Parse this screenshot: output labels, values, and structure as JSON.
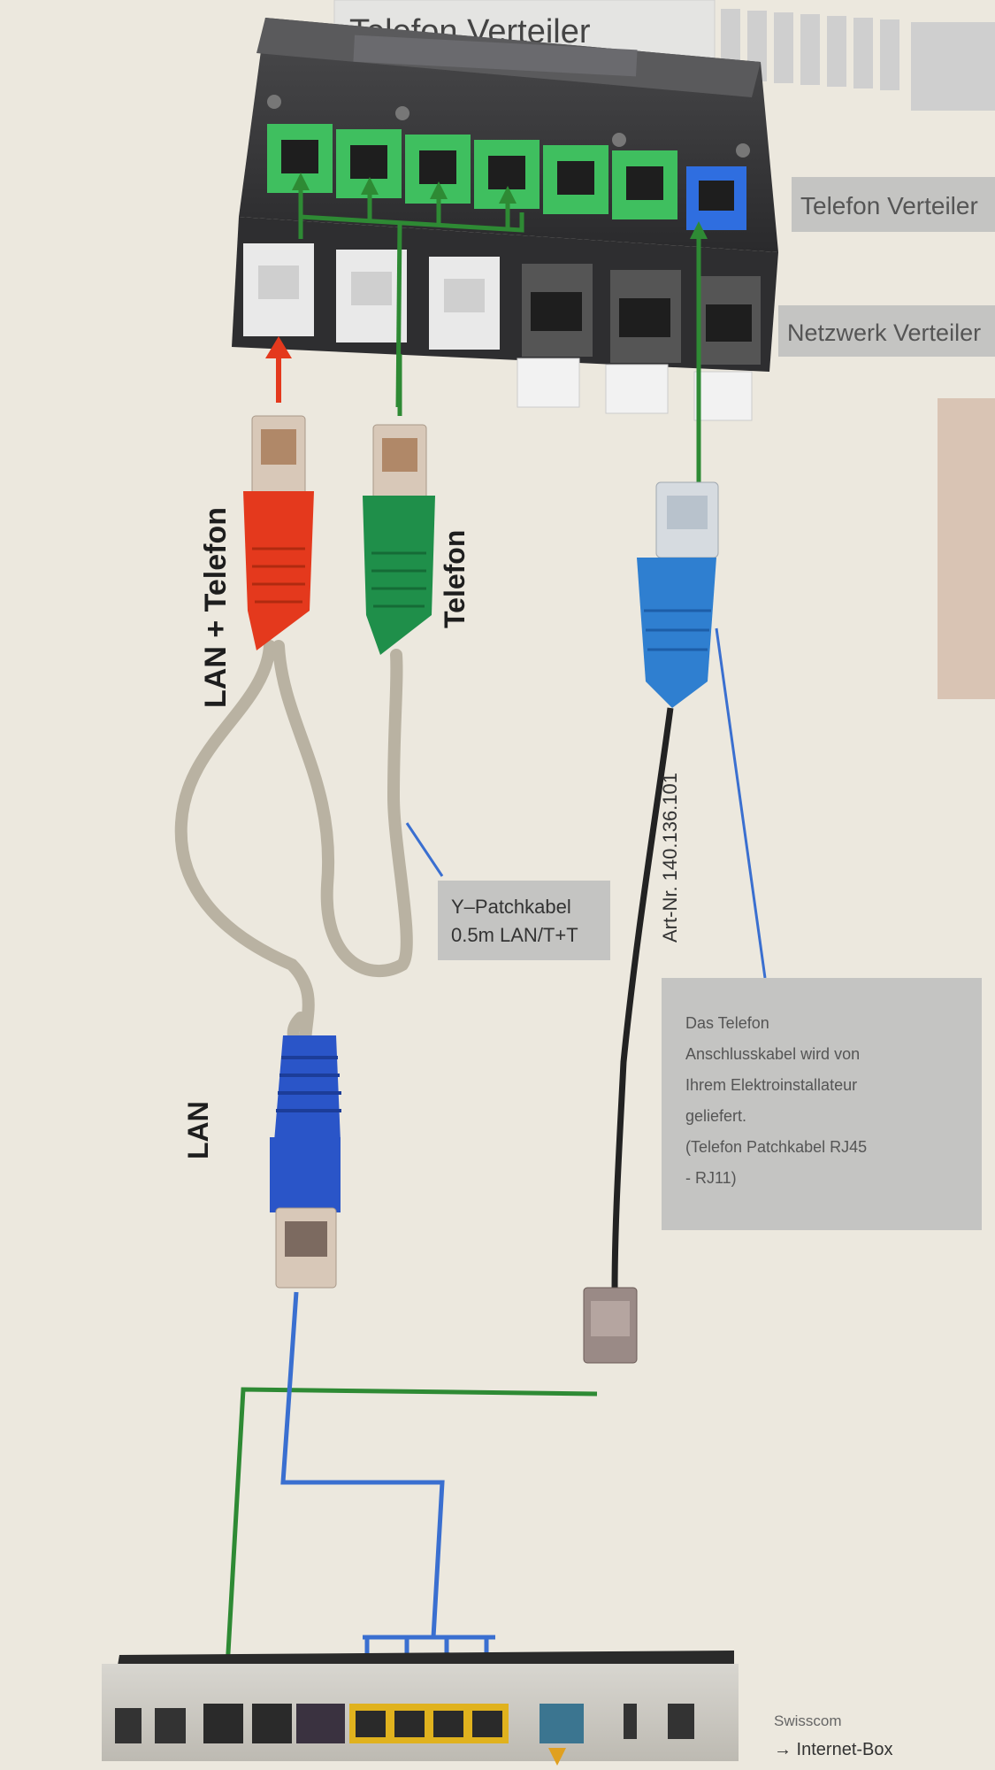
{
  "title": "Telefon Verteiler",
  "panel_labels": {
    "telefon_verteiler": "Telefon Verteiler",
    "netzwerk_verteiler": "Netzwerk Verteiler"
  },
  "cable_labels": {
    "lan_telefon": "LAN + Telefon",
    "telefon": "Telefon",
    "lan": "LAN",
    "art_nr": "Art-Nr. 140.136.101"
  },
  "y_patch_note": {
    "line1": "Y–Patchkabel",
    "line2": "0.5m LAN/T+T"
  },
  "phone_note": {
    "lines": [
      "Das Telefon",
      "Anschlusskabel wird von",
      "Ihrem Elektroinstallateur",
      "geliefert.",
      "(Telefon Patchkabel RJ45",
      "- RJ11)"
    ]
  },
  "router": {
    "brand": "Swisscom",
    "model": "→ Internet-Box"
  },
  "colors": {
    "background": "#ece8de",
    "green_line": "#2e8a34",
    "blue_line": "#3a6fd0",
    "red_plug": "#e4391d",
    "green_plug": "#1f8f4a",
    "blue_plug": "#2a55c8",
    "cable_grey": "#b9b2a2",
    "panel_dark": "#3a3a3c",
    "port_green": "#3fbf5f",
    "port_blue": "#2f6ee0",
    "port_yellow": "#e0b21e",
    "note_bg": "#c4c4c2"
  },
  "icons": {
    "patch_panel": "patch-panel-icon",
    "router": "router-icon",
    "plug": "rj45-plug-icon",
    "rj11": "rj11-plug-icon"
  }
}
